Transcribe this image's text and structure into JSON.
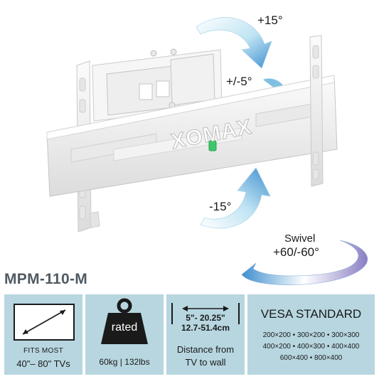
{
  "product": {
    "model": "MPM-110-M",
    "brand_marking": "XOMAX"
  },
  "angles": {
    "tilt_up": "+15°",
    "tilt_down": "-15°",
    "level": "+/-5°",
    "swivel_title": "Swivel",
    "swivel_value": "+60/-60°"
  },
  "specs": {
    "tv_size": {
      "line1": "FITS MOST",
      "line2": "40\"– 80\" TVs"
    },
    "load": {
      "badge": "rated",
      "value": "60kg | 132lbs"
    },
    "distance": {
      "range_in": "5\"- 20.25\"",
      "range_cm": "12.7-51.4cm",
      "line1": "Distance from",
      "line2": "TV to wall"
    },
    "vesa": {
      "title": "VESA STANDARD",
      "rows": [
        "200×200 • 300×200 • 300×300",
        "400×200 • 400×300 • 400×400",
        "600×400 • 800×400"
      ]
    }
  },
  "colors": {
    "panel_bg": "#b7d6e0",
    "arrow_blue": "#3f8fcf",
    "arrow_light": "#bfe4f3",
    "mount_white": "#f4f4f4",
    "mount_edge": "#c9c9c9",
    "level_green": "#3cc86a",
    "swivel_purple": "#8a7fc4"
  }
}
